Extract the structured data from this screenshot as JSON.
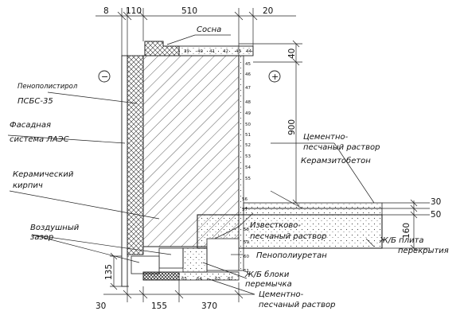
{
  "dimensions": {
    "top": [
      "8",
      "110",
      "510",
      "20"
    ],
    "bottom": [
      "30",
      "155",
      "370"
    ],
    "right_40": "40",
    "right_900": "900",
    "right_30": "30",
    "right_50": "50",
    "right_160": "160",
    "left_135": "135"
  },
  "symbols": {
    "minus": "−",
    "plus": "+"
  },
  "labels": {
    "sosna": "Сосна",
    "penopolistirol_1": "Пенополистирол",
    "penopolistirol_2": "ПСБС-35",
    "fasad_1": "Фасадная",
    "fasad_2": "система ЛАЭС",
    "kirpich_1": "Керамический",
    "kirpich_2": "кирпич",
    "zazor_1": "Воздушный",
    "zazor_2": "зазор",
    "cem_top_1": "Цементно-",
    "cem_top_2": "песчаный раствор",
    "keramzit": "Керамзитобетон",
    "izvest_1": "Известково-",
    "izvest_2": "песчаный раствор",
    "plita_1": "Ж/Б плита",
    "plita_2": "перекрытия",
    "penopoliuretan": "Пенополиуретан",
    "bloki_1": "Ж/Б блоки",
    "bloki_2": "перемычка",
    "cem_bot_1": "Цементно-",
    "cem_bot_2": "песчаный раствор"
  },
  "points": {
    "p39": "39",
    "p40": "40",
    "p41": "41",
    "p42": "42",
    "p43": "43",
    "p44": "44",
    "p45": "45",
    "p46": "46",
    "p47": "47",
    "p48": "48",
    "p49": "49",
    "p50": "50",
    "p51": "51",
    "p52": "52",
    "p53": "53",
    "p54": "54",
    "p55": "55",
    "p56": "56",
    "p57": "57",
    "p58": "58",
    "p59": "59",
    "p60": "60",
    "p61": "61",
    "p62": "62",
    "p63": "63",
    "p64": "64",
    "p65": "65"
  }
}
